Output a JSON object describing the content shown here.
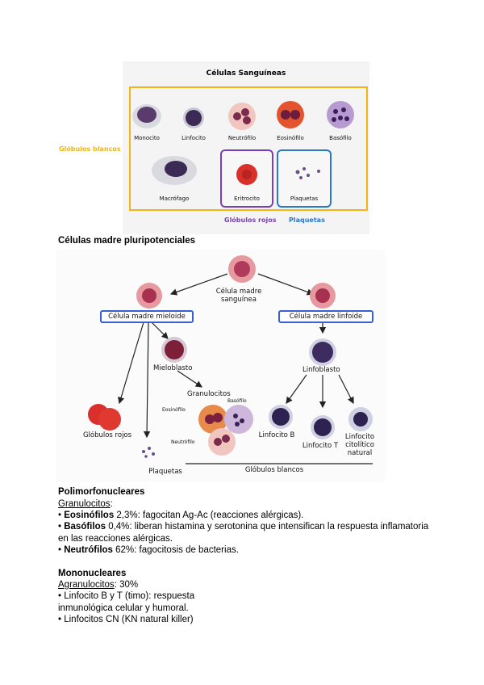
{
  "figure1": {
    "title": "Células Sanguíneas",
    "white_label": "Glóbulos blancos",
    "red_label": "Glóbulos rojos",
    "platelet_label": "Plaquetas",
    "cells": [
      "Monocito",
      "Linfocito",
      "Neutrófilo",
      "Eosinófilo",
      "Basófilo",
      "Macrófago",
      "Eritrocito",
      "Plaquetas"
    ]
  },
  "section1_heading": "Células madre pluripotenciales",
  "figure2": {
    "stem": "Célula madre sanguínea",
    "myeloid": "Célula madre mieloide",
    "lymphoid": "Célula madre linfoide",
    "myeloblast": "Mieloblasto",
    "lymphoblast": "Linfoblasto",
    "granulocytes": "Granulocitos",
    "eosinophil": "Eosinófilo",
    "basophil": "Basófilo",
    "neutrophil": "Neutrófilo",
    "red_cells": "Glóbulos rojos",
    "platelets": "Plaquetas",
    "lymph_b": "Linfocito B",
    "lymph_t": "Linfocito T",
    "nk": "Linfocito citolítico natural",
    "white_cells": "Glóbulos blancos"
  },
  "poly": {
    "heading": "Polimorfonucleares",
    "sub": "Granulocitos",
    "items": [
      {
        "bold": "Eosinófilos",
        "rest": " 2,3%: fagocitan Ag-Ac (reacciones alérgicas)."
      },
      {
        "bold": "Basófilos",
        "rest": " 0,4%: liberan histamina y serotonina que intensifican la respuesta inflamatoria en las reacciones alérgicas."
      },
      {
        "bold": "Neutrófilos",
        "rest": " 62%: fagocitosis de bacterias."
      }
    ]
  },
  "mono": {
    "heading": "Mononucleares",
    "sub": "Agranulocitos",
    "sub_rest": ": 30%",
    "line1": "• Linfocito B y T (timo): respuesta",
    "line2": "inmunológica celular y humoral.",
    "line3": "• Linfocitos CN (KN natural killer)"
  },
  "colors": {
    "yellow": "#f2b417",
    "purple": "#7b3fb5",
    "blue": "#2a78c9",
    "box_blue": "#3b5fd0"
  }
}
